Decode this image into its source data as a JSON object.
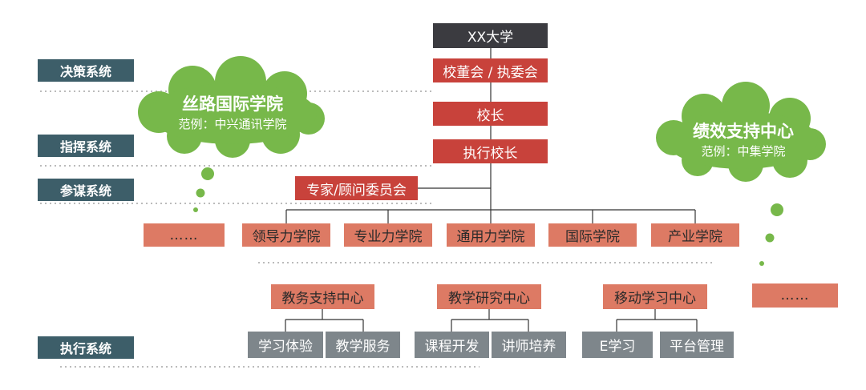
{
  "root": "XX大学",
  "decision": {
    "tag": "决策系统",
    "board": "校董会 / 执委会"
  },
  "command": {
    "tag": "指挥系统",
    "president": "校长",
    "executive": "执行校长"
  },
  "advisory": {
    "tag": "参谋系统",
    "committee": "专家/顾问委员会"
  },
  "execution": {
    "tag": "执行系统"
  },
  "colleges": {
    "more": "……",
    "items": [
      "领导力学院",
      "专业力学院",
      "通用力学院",
      "国际学院",
      "产业学院"
    ]
  },
  "centers": [
    {
      "name": "教务支持中心",
      "children": [
        "学习体验",
        "教学服务"
      ]
    },
    {
      "name": "教学研究中心",
      "children": [
        "课程开发",
        "讲师培养"
      ]
    },
    {
      "name": "移动学习中心",
      "children": [
        "E学习",
        "平台管理"
      ]
    }
  ],
  "centers_more": "……",
  "cloud_left": {
    "title": "丝路国际学院",
    "subtitle": "范例：中兴通讯学院"
  },
  "cloud_right": {
    "title": "绩效支持中心",
    "subtitle": "范例：中集学院"
  },
  "colors": {
    "top": "#3b3b40",
    "red": "#c8423b",
    "salmon": "#dd7a64",
    "gray": "#7e868b",
    "tag": "#3d5e69",
    "cloud": "#77b84a"
  }
}
